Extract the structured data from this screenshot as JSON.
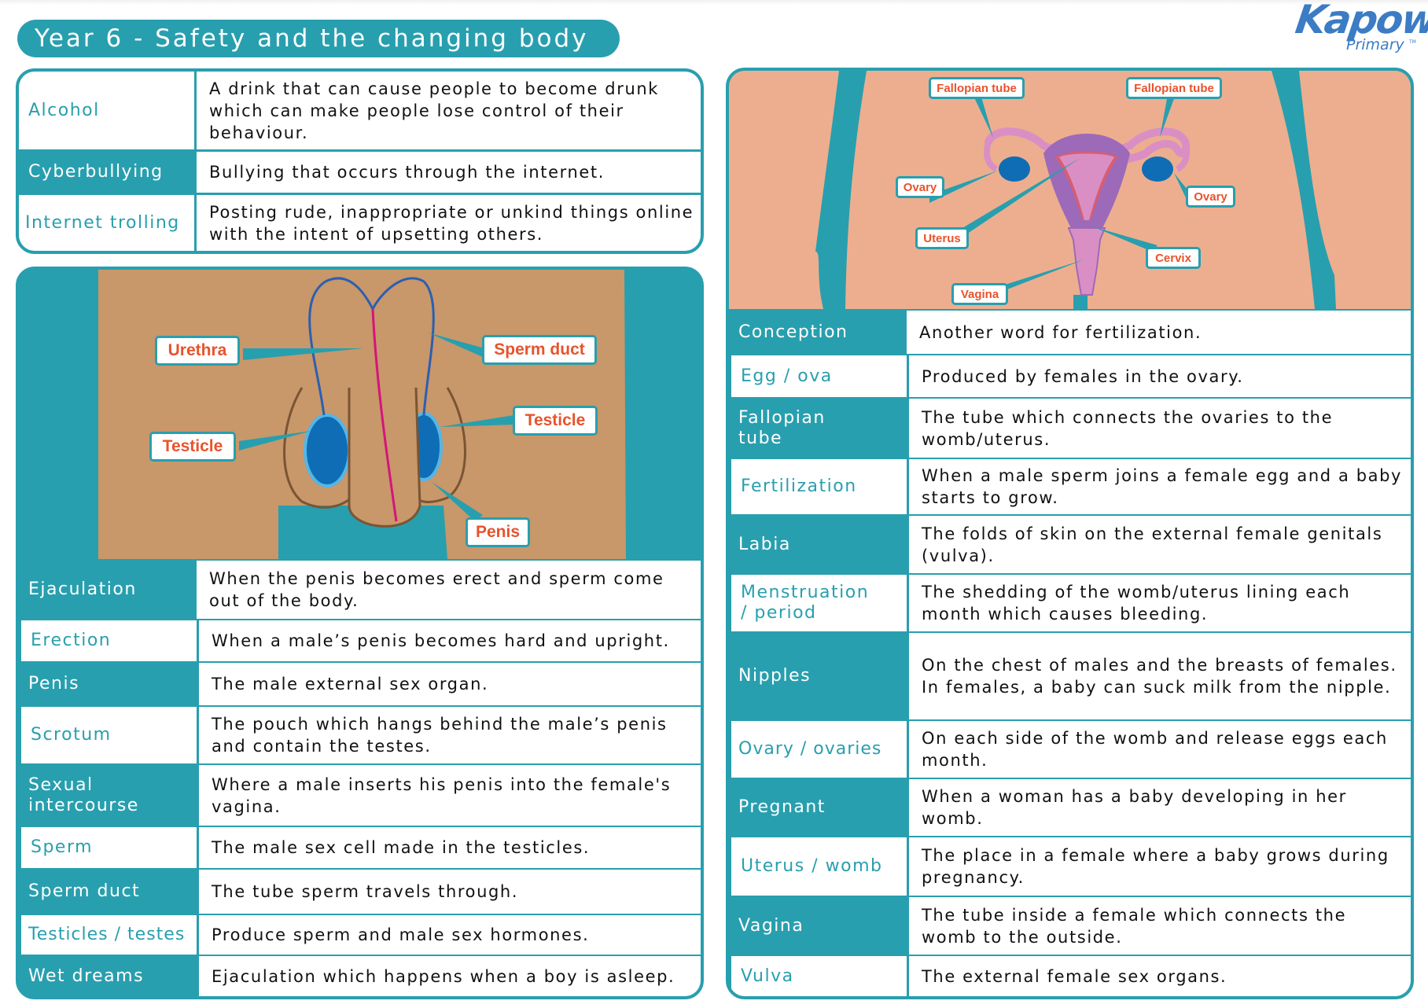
{
  "header": {
    "title": "Year 6 - Safety and the changing body",
    "logo_main": "Kapow",
    "logo_sub": "Primary",
    "logo_tm": "TM"
  },
  "colors": {
    "accent": "#289fae",
    "label_text": "#e8532c",
    "male_skin": "#c8976a",
    "female_skin": "#edae8f",
    "logo_blue": "#3b7cc4"
  },
  "safety_table": {
    "rows": [
      {
        "term": "Alcohol",
        "definition": "A drink that can cause people to become drunk which can make people lose control of their behaviour."
      },
      {
        "term": "Cyberbullying",
        "definition": "Bullying that occurs through the internet."
      },
      {
        "term": "Internet trolling",
        "definition": "Posting rude, inappropriate or unkind things online with the intent of upsetting others."
      }
    ]
  },
  "male_diagram": {
    "labels": {
      "urethra": "Urethra",
      "sperm_duct": "Sperm duct",
      "testicle_left": "Testicle",
      "testicle_right": "Testicle",
      "penis": "Penis"
    }
  },
  "male_table": {
    "rows": [
      {
        "term": "Ejaculation",
        "definition": "When the penis becomes erect and sperm come out of the body."
      },
      {
        "term": "Erection",
        "definition": "When a male’s penis becomes hard and upright."
      },
      {
        "term": "Penis",
        "definition": "The male external sex organ."
      },
      {
        "term": "Scrotum",
        "definition": "The pouch which hangs behind the male’s penis and contain the testes."
      },
      {
        "term": "Sexual intercourse",
        "definition": "Where a male inserts his penis into the female's vagina."
      },
      {
        "term": "Sperm",
        "definition": "The male sex cell made in the testicles."
      },
      {
        "term": "Sperm duct",
        "definition": "The tube sperm travels through."
      },
      {
        "term": "Testicles / testes",
        "definition": "Produce sperm and male sex hormones."
      },
      {
        "term": "Wet dreams",
        "definition": "Ejaculation which happens when a boy is asleep."
      }
    ]
  },
  "female_diagram": {
    "labels": {
      "fallopian_left": "Fallopian tube",
      "fallopian_right": "Fallopian tube",
      "ovary_left": "Ovary",
      "ovary_right": "Ovary",
      "uterus": "Uterus",
      "cervix": "Cervix",
      "vagina": "Vagina"
    }
  },
  "female_table": {
    "rows": [
      {
        "term": "Conception",
        "definition": "Another word for fertilization."
      },
      {
        "term": "Egg / ova",
        "definition": "Produced by females in the ovary."
      },
      {
        "term": "Fallopian tube",
        "definition": "The tube which connects the ovaries to the womb/uterus."
      },
      {
        "term": "Fertilization",
        "definition": "When a male sperm joins a female egg and a baby starts to grow."
      },
      {
        "term": "Labia",
        "definition": "The folds of skin on the external female genitals (vulva)."
      },
      {
        "term": "Menstruation / period",
        "definition": "The shedding of the womb/uterus lining each month which causes bleeding."
      },
      {
        "term": "Nipples",
        "definition": "On the chest of males and the breasts of females. In females, a baby can suck milk from the nipple."
      },
      {
        "term": "Ovary / ovaries",
        "definition": "On each side of the womb and release eggs each month."
      },
      {
        "term": "Pregnant",
        "definition": "When a woman has a baby developing in her womb."
      },
      {
        "term": "Uterus / womb",
        "definition": "The place in a female where a baby grows during pregnancy."
      },
      {
        "term": "Vagina",
        "definition": "The tube inside a female which connects the womb to the outside."
      },
      {
        "term": "Vulva",
        "definition": "The external female sex organs."
      }
    ]
  }
}
